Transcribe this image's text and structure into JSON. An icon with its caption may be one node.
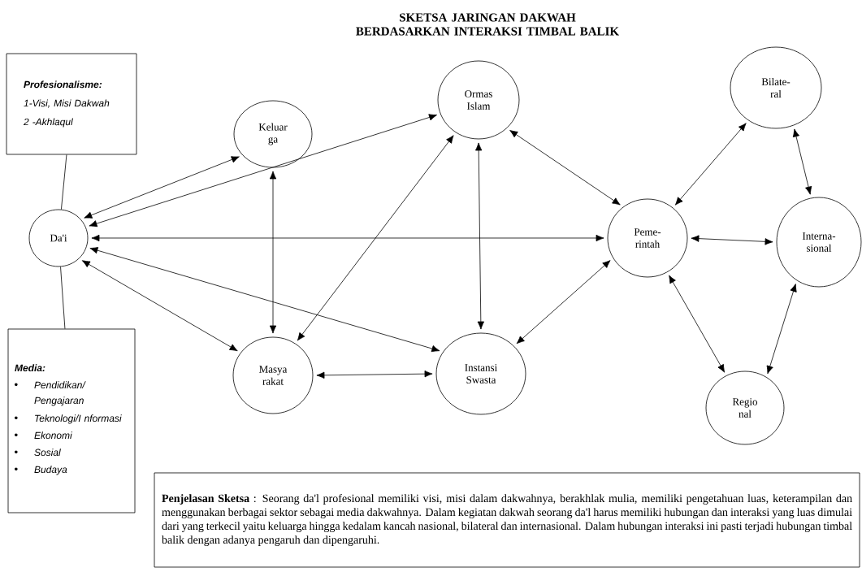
{
  "diagram": {
    "title": "SKETSA JARINGAN DAKWAH BERDASARKAN INTERAKSI TIMBAL BALIK",
    "nodes": [
      {
        "text": [
          "Profesionalisme:",
          "1-Visi, Misi Dakwah",
          "2 -Akhlaqul"
        ]
      },
      {
        "text": [
          "Da'i"
        ]
      },
      {
        "text": [
          "Media:",
          "Pendidikan/ Pengajaran",
          "Teknologi/I nformasi",
          "Ekonomi",
          "Sosial",
          "Budaya"
        ]
      },
      {
        "text": [
          "Keluar ga"
        ]
      },
      {
        "text": [
          "Ormas Islam"
        ]
      },
      {
        "text": [
          "Masya rakat"
        ]
      },
      {
        "text": [
          "Instansi Swasta"
        ]
      },
      {
        "text": [
          "Peme- rintah"
        ]
      },
      {
        "text": [
          "Bilate- ral"
        ]
      },
      {
        "text": [
          "Interna- sional"
        ]
      },
      {
        "text": [
          "Regio nal"
        ]
      },
      {
        "text": [
          "**Penjelasan Sketsa** : Seorang da'l profesional memiliki visi, misi dalam dakwahnya, berakhlak mulia, memiliki pengetahuan luas, keterampilan dan menggunakan berbagai sektor sebagai media dakwahnya. Dalam kegiatan dakwah seorang da'l harus memiliki hubungan dan interaksi yang luas dimulai dari yang terkecil yaitu keluarga hingga kedalam kancah nasional, bilateral dan internasional. Dalam hubungan interaksi ini pasti terjadi hubungan timbal balik dengan adanya pengaruh dan dipengaruhi."
        ]
      }
    ],
    "edges": [
      {
        "from": 0,
        "to": 1,
        "arrow": "none"
      },
      {
        "from": 1,
        "to": 2,
        "arrow": "none"
      },
      {
        "from": 1,
        "to": 3,
        "arrow": "both"
      },
      {
        "from": 1,
        "to": 4,
        "arrow": "both"
      },
      {
        "from": 1,
        "to": 7,
        "arrow": "both"
      },
      {
        "from": 1,
        "to": 6,
        "arrow": "both"
      },
      {
        "from": 1,
        "to": 5,
        "arrow": "both"
      },
      {
        "from": 3,
        "to": 5,
        "arrow": "both"
      },
      {
        "from": 4,
        "to": 5,
        "arrow": "both"
      },
      {
        "from": 4,
        "to": 6,
        "arrow": "both"
      },
      {
        "from": 4,
        "to": 7,
        "arrow": "both"
      },
      {
        "from": 5,
        "to": 6,
        "arrow": "both"
      },
      {
        "from": 6,
        "to": 7,
        "arrow": "both"
      },
      {
        "from": 7,
        "to": 8,
        "arrow": "both"
      },
      {
        "from": 7,
        "to": 9,
        "arrow": "both"
      },
      {
        "from": 7,
        "to": 10,
        "arrow": "both"
      },
      {
        "from": 8,
        "to": 9,
        "arrow": "both"
      },
      {
        "from": 9,
        "to": 10,
        "arrow": "both"
      }
    ]
  }
}
